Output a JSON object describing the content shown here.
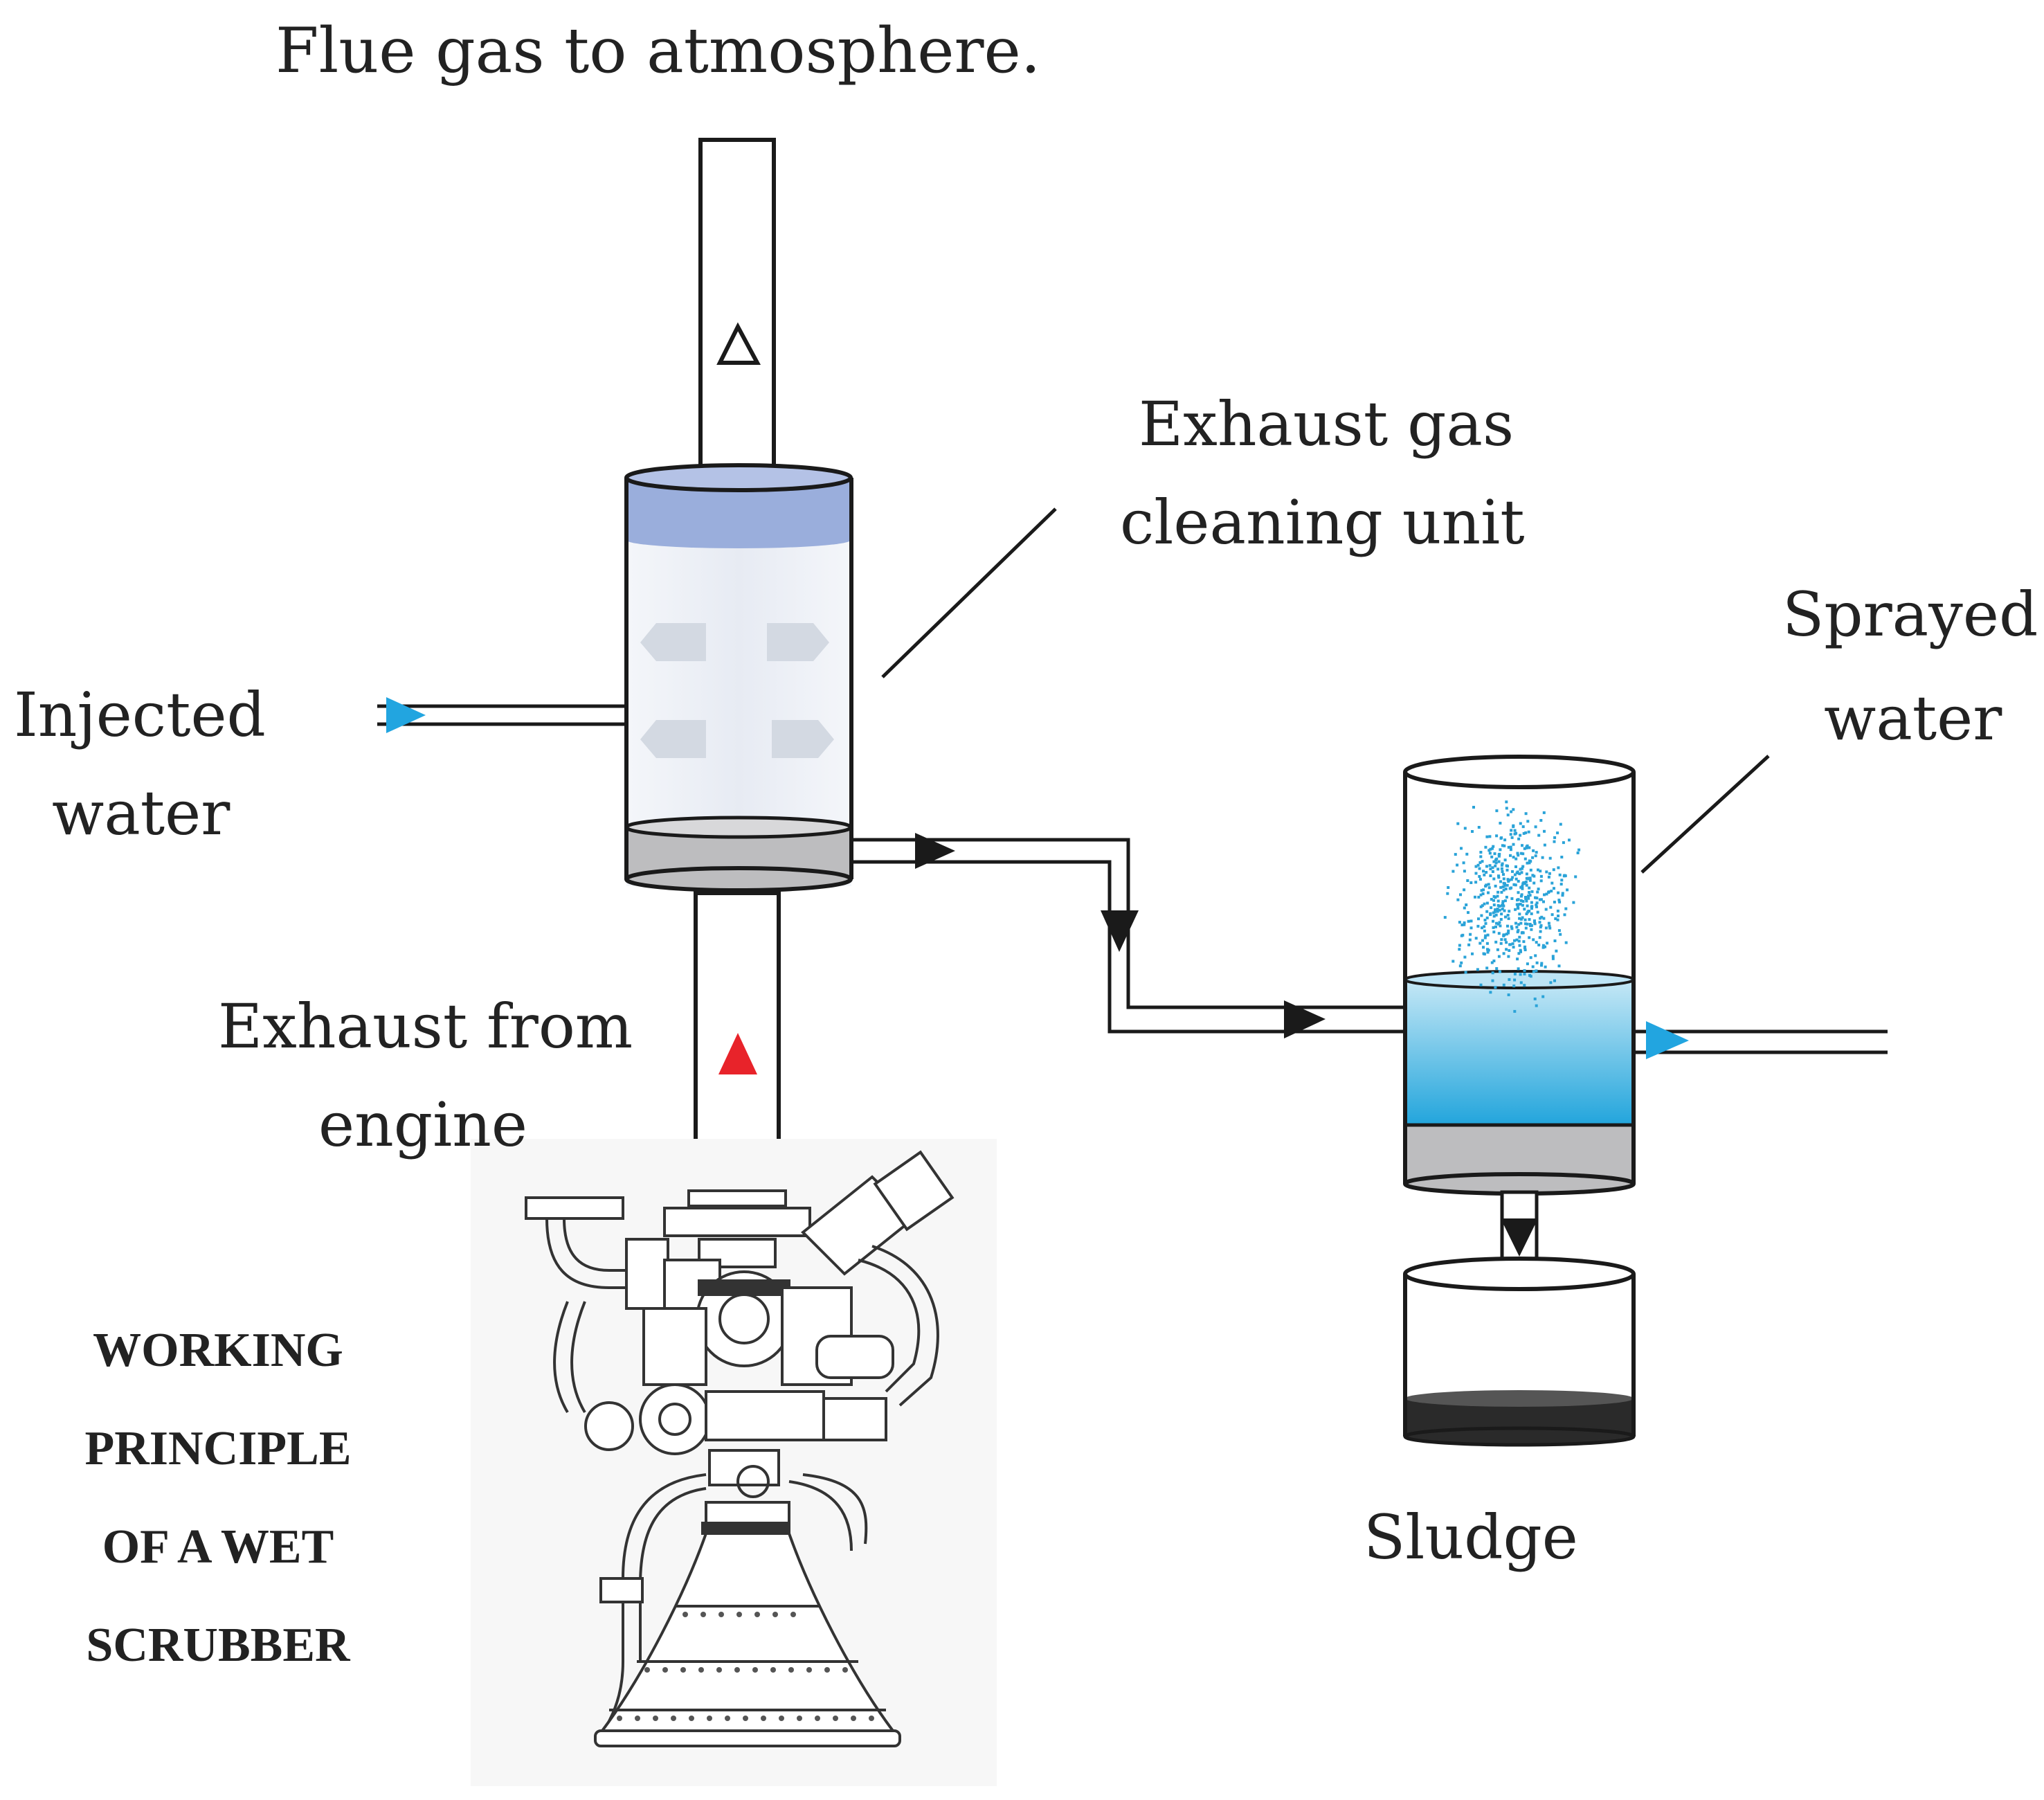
{
  "labels": {
    "flue_gas": "Flue gas to atmosphere.",
    "cleaning_unit_line1": "Exhaust gas",
    "cleaning_unit_line2": "cleaning unit",
    "injected_line1": "Injected",
    "injected_line2": "water",
    "sprayed_line1": "Sprayed",
    "sprayed_line2": "water",
    "exhaust_line1": "Exhaust from",
    "exhaust_line2": "engine",
    "sludge": "Sludge"
  },
  "title_lines": [
    "WORKING",
    "PRINCIPLE",
    "OF A WET",
    "SCRUBBER"
  ],
  "colors": {
    "line": "#1a1a1a",
    "top_band": "#9aaedc",
    "gas_tank_fill": "#eaeef5",
    "base_grey": "#bdbdbf",
    "water_top": "#c6e8f6",
    "water_bottom": "#22a5dc",
    "spray_dots": "#2aa3d8",
    "blue_arrow": "#22a5e0",
    "red_arrow": "#e8232a",
    "sludge": "#2a2a2a"
  }
}
